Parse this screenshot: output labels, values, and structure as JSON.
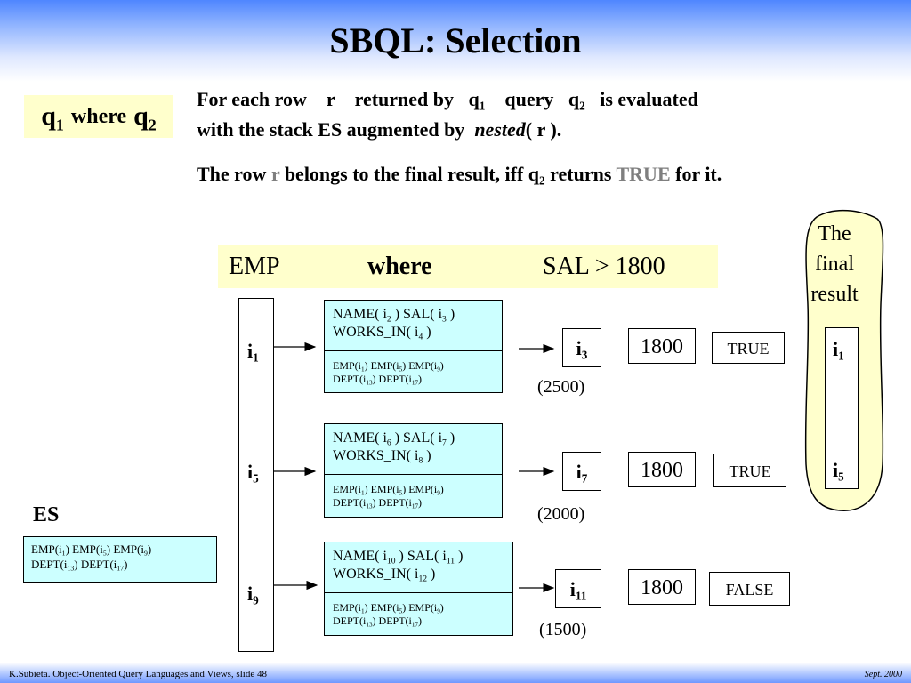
{
  "title": "SBQL: Selection",
  "query": {
    "q": "q",
    "sub1": "1",
    "where": "where",
    "sub2": "2"
  },
  "description": {
    "line1": {
      "a": "For each row",
      "r": "r",
      "b": "returned by",
      "q": "q",
      "qsub": "1",
      "c": "query",
      "q2": "q",
      "q2sub": "2",
      "d": "is evaluated"
    },
    "line2": {
      "a": "with the stack ES augmented by",
      "nested": "nested",
      "b": "( r )."
    },
    "line3": {
      "a": "The row",
      "r": "r",
      "b": "belongs to the final result, iff q",
      "sub": "2",
      "c": "returns",
      "true": "TRUE",
      "d": "for it."
    }
  },
  "query_bar": {
    "emp": "EMP",
    "where": "where",
    "cond": "SAL > 1800"
  },
  "rows": [
    {
      "id": "i",
      "id_sub": "1",
      "env_line1": [
        "NAME( i",
        "2",
        " )  SAL( i",
        "3",
        " )"
      ],
      "env_line2": [
        "WORKS_IN( i",
        "4",
        " )"
      ],
      "result": "i",
      "result_sub": "3",
      "value": "1800",
      "bool": "TRUE",
      "sal": "(2500)"
    },
    {
      "id": "i",
      "id_sub": "5",
      "env_line1": [
        "NAME( i",
        "6",
        " )  SAL( i",
        "7",
        " )"
      ],
      "env_line2": [
        "WORKS_IN( i",
        "8",
        " )"
      ],
      "result": "i",
      "result_sub": "7",
      "value": "1800",
      "bool": "TRUE",
      "sal": "(2000)"
    },
    {
      "id": "i",
      "id_sub": "9",
      "env_line1": [
        "NAME( i",
        "10",
        " )  SAL( i",
        "11",
        " )"
      ],
      "env_line2": [
        "WORKS_IN( i",
        "12",
        " )"
      ],
      "result": "i",
      "result_sub": "11",
      "value": "1800",
      "bool": "FALSE",
      "sal": "(1500)"
    }
  ],
  "es_content": {
    "line1": [
      "EMP(i",
      "1",
      ")  EMP(i",
      "5",
      ")  EMP(i",
      "9",
      ")"
    ],
    "line2": [
      "DEPT(i",
      "13",
      ")  DEPT(i",
      "17",
      ")"
    ]
  },
  "es": {
    "label": "ES"
  },
  "final_result": {
    "line1": "The",
    "line2": "final",
    "line3": "result",
    "items": [
      {
        "i": "i",
        "sub": "1"
      },
      {
        "i": "i",
        "sub": "5"
      }
    ]
  },
  "footer": {
    "left": "K.Subieta. Object-Oriented Query Languages and Views, slide 48",
    "right": "Sept. 2000"
  },
  "colors": {
    "highlight_box": "#ffffcc",
    "env_box": "#ccffff",
    "header_blue": "#4f86ff",
    "muted_text": "#7f7f7f"
  }
}
